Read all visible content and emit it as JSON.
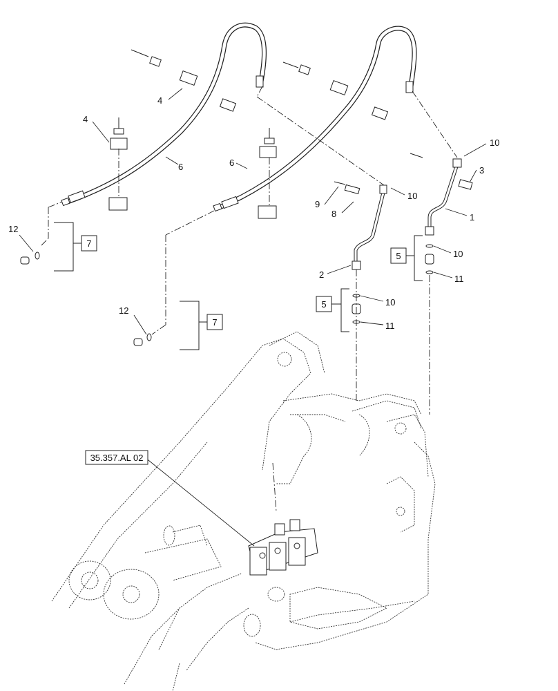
{
  "callouts": {
    "c1": "1",
    "c2": "2",
    "c3": "3",
    "c4a": "4",
    "c4b": "4",
    "c5a": "5",
    "c5b": "5",
    "c6a": "6",
    "c6b": "6",
    "c7a": "7",
    "c7b": "7",
    "c8": "8",
    "c9": "9",
    "c10a": "10",
    "c10b": "10",
    "c10c": "10",
    "c10d": "10",
    "c11a": "11",
    "c11b": "11",
    "c12a": "12",
    "c12b": "12"
  },
  "reference": "35.357.AL 02"
}
